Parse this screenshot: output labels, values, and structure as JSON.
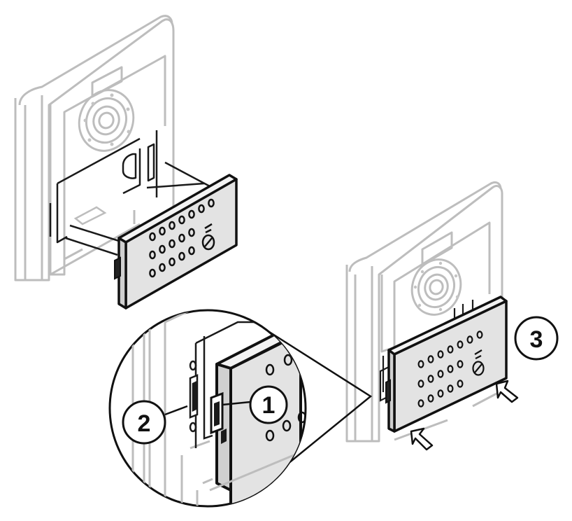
{
  "diagram": {
    "callouts": [
      {
        "id": "1",
        "label": "1"
      },
      {
        "id": "2",
        "label": "2"
      },
      {
        "id": "3",
        "label": "3"
      }
    ],
    "colors": {
      "housing_stroke": "#bdbdbd",
      "module_face": "#e3e3e3",
      "module_stroke": "#111111",
      "dark_stroke": "#1a1a1a",
      "background": "#ffffff"
    },
    "icons": [
      "push-arrow-icon",
      "camera-lens-icon",
      "speaker-holes-icon"
    ]
  }
}
